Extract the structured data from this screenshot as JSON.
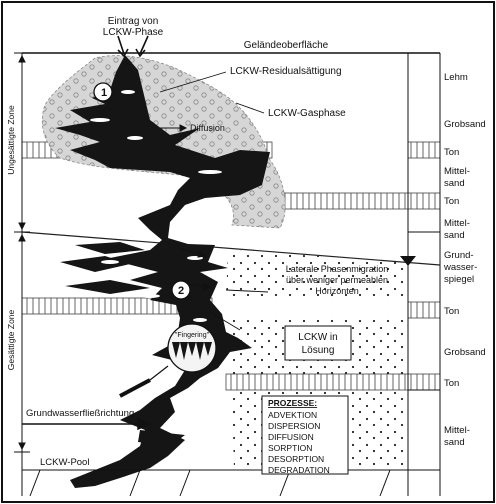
{
  "diagram": {
    "labels": {
      "input": [
        "Eintrag von",
        "LCKW-Phase"
      ],
      "surface": "Geländeoberfläche",
      "residual": "LCKW-Residualsättigung",
      "gas": "LCKW-Gasphase",
      "diffusion": "Diffusion",
      "lateral": [
        "Laterale Phasenmigration",
        "über weniger permeablen",
        "Horizonten"
      ],
      "fingering": "\"Fingering\"",
      "dissolved": [
        "LCKW in",
        "Lösung"
      ],
      "flow": "Grundwasserfließrichtung",
      "pool": "LCKW-Pool",
      "unsaturated_zone": "Ungesättigte Zone",
      "saturated_zone": "Gesättigte Zone",
      "marker_1": "1",
      "marker_2": "2"
    },
    "layers": [
      {
        "label": "Lehm"
      },
      {
        "label": "Grobsand"
      },
      {
        "label": "Ton"
      },
      {
        "label": "Mittel-sand",
        "lines": [
          "Mittel-",
          "sand"
        ]
      },
      {
        "label": "Ton"
      },
      {
        "label": "Mittel-sand",
        "lines": [
          "Mittel-",
          "sand"
        ]
      },
      {
        "label": "Grund-wasser-spiegel",
        "lines": [
          "Grund-",
          "wasser-",
          "spiegel"
        ]
      },
      {
        "label": "Ton"
      },
      {
        "label": "Grobsand"
      },
      {
        "label": "Ton"
      },
      {
        "label": "Mittel-sand",
        "lines": [
          "Mittel-",
          "sand"
        ]
      }
    ],
    "processes": {
      "title": "PROZESSE:",
      "items": [
        "ADVEKTION",
        "DISPERSION",
        "DIFFUSION",
        "SORPTION",
        "DESORPTION",
        "DEGRADATION"
      ]
    },
    "colors": {
      "ink": "#151515",
      "plume": "#1a1a1a",
      "gas": "#d2d2d2",
      "background": "#ffffff"
    }
  }
}
